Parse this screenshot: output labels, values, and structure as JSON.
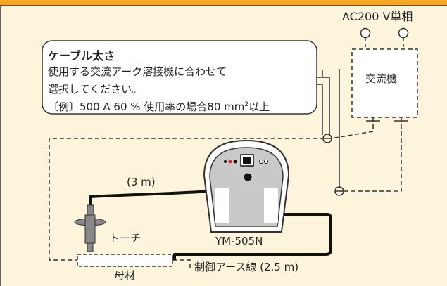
{
  "power": {
    "label": "AC200 V単相"
  },
  "breaker": {
    "label": "交流機"
  },
  "note": {
    "title": "ケーブル太さ",
    "line1": "使用する交流アーク溶接機に合わせて",
    "line2": "選択してください。",
    "line3_prefix": "〔例〕500 A  60 % 使用率の場合80 mm",
    "line3_sup": "2",
    "line3_suffix": "以上"
  },
  "cables": {
    "top_length": "(3 m)",
    "control_earth": "制御アース線 (2.5 m)"
  },
  "machine": {
    "model": "YM-505N"
  },
  "torch": {
    "label": "トーチ"
  },
  "base_metal": {
    "label": "母材"
  },
  "colors": {
    "background": "#fdf4dc",
    "top_band": "#f5a623",
    "machine_fill": "#c9c9c9",
    "lamp_red": "#e22222"
  }
}
